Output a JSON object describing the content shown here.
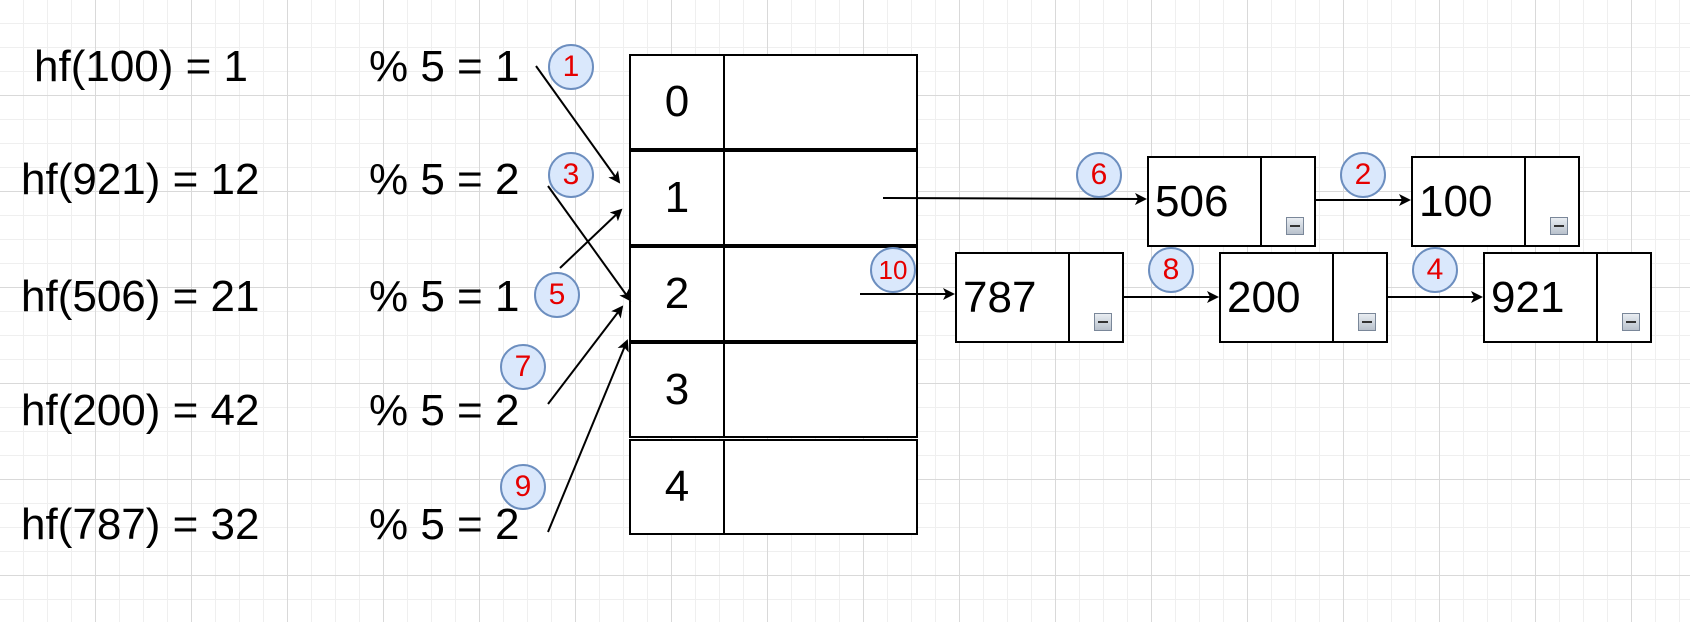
{
  "hash_lines": [
    {
      "expr": "hf(100) = 1",
      "mod": "% 5 = 1"
    },
    {
      "expr": "hf(921) = 12",
      "mod": "% 5 = 2"
    },
    {
      "expr": "hf(506) = 21",
      "mod": "% 5 = 1"
    },
    {
      "expr": "hf(200) = 42",
      "mod": "% 5 = 2"
    },
    {
      "expr": "hf(787) = 32",
      "mod": "% 5 = 2"
    }
  ],
  "table": {
    "indices": [
      "0",
      "1",
      "2",
      "3",
      "4"
    ]
  },
  "nodes": {
    "n506": "506",
    "n100": "100",
    "n787": "787",
    "n200": "200",
    "n921": "921"
  },
  "steps": [
    "1",
    "2",
    "3",
    "4",
    "5",
    "6",
    "7",
    "8",
    "9",
    "10"
  ],
  "colors": {
    "badge_fill": "#dae8fc",
    "badge_border": "#6c8ebf",
    "step_text": "#e60000"
  }
}
